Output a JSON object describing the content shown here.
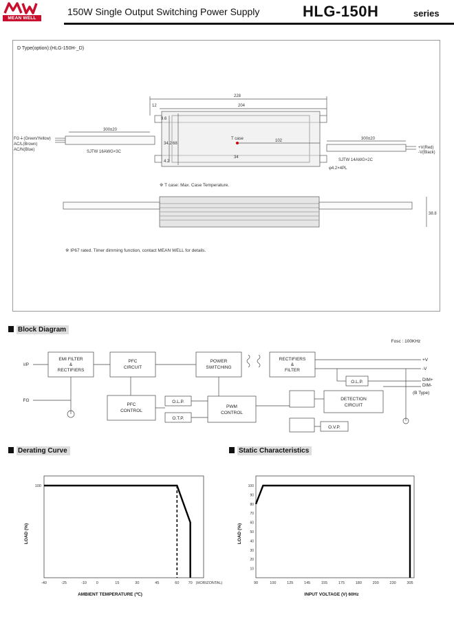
{
  "header": {
    "brand_caption": "MEAN WELL",
    "title": "150W Single Output Switching Power Supply",
    "model": "HLG-150H",
    "series": "series"
  },
  "mechanical": {
    "dtype_label": "D Type(option):(HLG-150H-_D)",
    "dims": {
      "overall": "228",
      "body": "204",
      "offset": "12",
      "left_cable": "300±20",
      "right_cable": "300±20",
      "h1": "9.6",
      "h2": "34.2",
      "h3": "68",
      "h4": "4.2",
      "h5": "34",
      "tcase_dist": "102",
      "side_h": "38.8",
      "hole": "φ4.2×4PL"
    },
    "left_wires": [
      "FG⏚(Green/Yellow)",
      "AC/L(Brown)",
      "AC/N(Blue)"
    ],
    "left_cable_type": "SJTW 16AWG×3C",
    "right_cable_type": "SJTW 14AWG×2C",
    "right_wires": [
      "+V(Red)",
      "-V(Black)"
    ],
    "tcase_label": "T case",
    "tcase_note": "※ T case: Max. Case Temperature.",
    "ip_note": "※ IP67 rated. Timer dimming function, contact MEAN WELL for details."
  },
  "block_diagram": {
    "title": "Block Diagram",
    "fosc": "Fosc : 100KHz",
    "ip": "I/P",
    "fg": "FG",
    "blocks": {
      "emi": [
        "EMI FILTER",
        "&",
        "RECTIFIERS"
      ],
      "pfc": [
        "PFC",
        "CIRCUIT"
      ],
      "ps": [
        "POWER",
        "SWITCHING"
      ],
      "rect": [
        "RECTIFIERS",
        "&",
        "FILTER"
      ],
      "pfcc": [
        "PFC",
        "CONTROL"
      ],
      "olp1": "O.L.P.",
      "otp": "O.T.P.",
      "pwm": [
        "PWM",
        "CONTROL"
      ],
      "olp2": "O.L.P.",
      "det": [
        "DETECTION",
        "CIRCUIT"
      ],
      "ovp": "O.V.P."
    },
    "outputs": [
      "+V",
      "-V",
      "DIM+",
      "DIM-",
      "(B Type)"
    ]
  },
  "derating": {
    "title": "Derating Curve",
    "chart_data": {
      "type": "line",
      "series": [
        {
          "x": [
            -40,
            60,
            70,
            70
          ],
          "y": [
            100,
            100,
            60,
            0
          ]
        }
      ],
      "dashed_x": 60,
      "x_ticks": [
        "-40",
        "-25",
        "-10",
        "0",
        "15",
        "30",
        "45",
        "60",
        "70"
      ],
      "x_extra": "(HORIZONTAL)",
      "y_tick": "100",
      "xlabel": "AMBIENT TEMPERATURE (℃)",
      "ylabel": "LOAD (%)",
      "xlim": [
        -40,
        80
      ],
      "ylim": [
        0,
        100
      ]
    }
  },
  "static": {
    "title": "Static Characteristics",
    "chart_data": {
      "type": "line",
      "series": [
        {
          "x": [
            90,
            100,
            305,
            305
          ],
          "y": [
            80,
            100,
            100,
            0
          ]
        }
      ],
      "x_ticks": [
        "90",
        "100",
        "125",
        "145",
        "155",
        "175",
        "180",
        "200",
        "230",
        "305"
      ],
      "y_ticks": [
        "100",
        "90",
        "80",
        "70",
        "60",
        "50",
        "40",
        "30",
        "20",
        "10"
      ],
      "xlabel": "INPUT VOLTAGE (V) 60Hz",
      "ylabel": "LOAD (%)",
      "xlim": [
        90,
        305
      ],
      "ylim": [
        0,
        100
      ]
    }
  }
}
